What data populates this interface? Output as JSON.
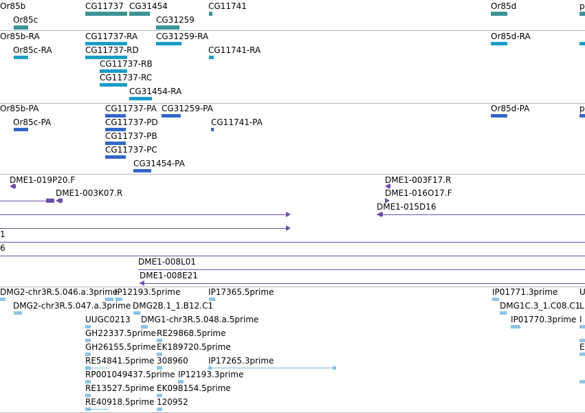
{
  "genes": {
    "labels": [
      "Or85b",
      "Or85c",
      "CG11737",
      "CG31454",
      "CG31259",
      "CG11741",
      "Or85d",
      "p"
    ]
  },
  "transcripts": {
    "labels": [
      "Or85b-RA",
      "Or85c-RA",
      "CG11737-RA",
      "CG11737-RD",
      "CG11737-RB",
      "CG11737-RC",
      "CG31454-RA",
      "CG31259-RA",
      "CG11741-RA",
      "Or85d-RA"
    ]
  },
  "peptides": {
    "labels": [
      "Or85b-PA",
      "Or85c-PA",
      "CG11737-PA",
      "CG11737-PD",
      "CG11737-PB",
      "CG11737-PC",
      "CG31454-PA",
      "CG31259-PA",
      "CG11741-PA",
      "Or85d-PA",
      "p"
    ]
  },
  "clones": {
    "labels": [
      "DME1-019P20.F",
      "DME1-003K07.R",
      "DME1-003F17.R",
      "DME1-016O17.F",
      "DME1-015D16",
      "1",
      "6",
      "DME1-008L01",
      "DME1-008E21"
    ]
  },
  "ests": {
    "labels": [
      "DMG2-chr3R.5.046.a.3prime",
      "IP12193.5prime",
      "IP17365.5prime",
      "DMG2-chr3R.5.047.a.3prime",
      "DMG2B.1_1.B12.C1",
      "UUGC0213",
      "DMG1-chr3R.5.048.a.5prime",
      "GH22337.5prime",
      "RE29868.5prime",
      "GH26155.5prime",
      "EK189720.5prime",
      "RE54841.5prime",
      "308960",
      "IP17265.3prime",
      "RP001049437.5prime",
      "IP12193.3prime",
      "RE13527.5prime",
      "EK098154.5prime",
      "RE40918.5prime",
      "120952",
      "IP01771.3prime",
      "DMG1C.3_1.C08.C1",
      "IP01770.3prime",
      "U",
      "L",
      "I",
      "E"
    ]
  }
}
